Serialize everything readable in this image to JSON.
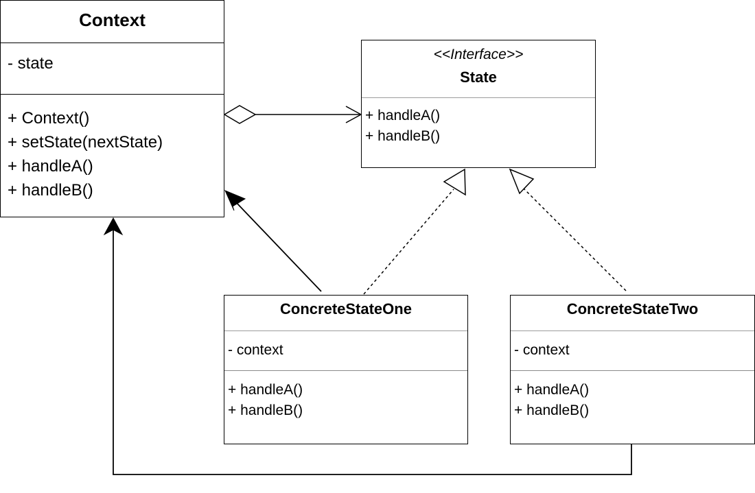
{
  "classes": {
    "context": {
      "name": "Context",
      "attributes": [
        "- state"
      ],
      "methods": [
        "+ Context()",
        "+ setState(nextState)",
        "+ handleA()",
        "+ handleB()"
      ]
    },
    "state": {
      "stereotype": "<<Interface>>",
      "name": "State",
      "methods": [
        "+ handleA()",
        "+ handleB()"
      ]
    },
    "concrete_one": {
      "name": "ConcreteStateOne",
      "attributes": [
        "- context"
      ],
      "methods": [
        "+ handleA()",
        "+ handleB()"
      ]
    },
    "concrete_two": {
      "name": "ConcreteStateTwo",
      "attributes": [
        "- context"
      ],
      "methods": [
        "+ handleA()",
        "+ handleB()"
      ]
    }
  },
  "relations": [
    {
      "from": "context",
      "to": "state",
      "kind": "aggregation"
    },
    {
      "from": "concrete_one",
      "to": "state",
      "kind": "realization"
    },
    {
      "from": "concrete_two",
      "to": "state",
      "kind": "realization"
    },
    {
      "from": "concrete_one",
      "to": "context",
      "kind": "association"
    },
    {
      "from": "concrete_two",
      "to": "context",
      "kind": "association"
    }
  ],
  "colors": {
    "line": "#000000",
    "background": "#ffffff",
    "divider_light": "#9c9c9c"
  }
}
